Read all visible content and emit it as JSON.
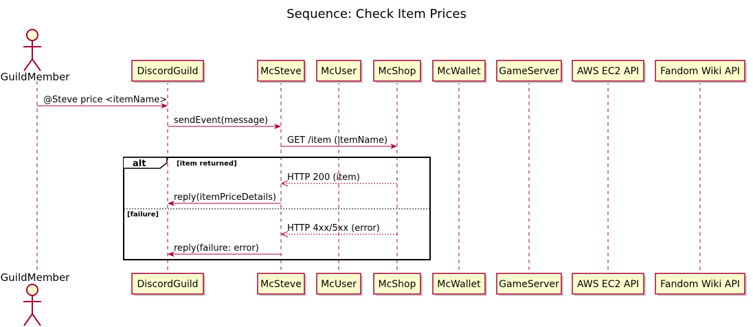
{
  "title": "Sequence: Check Item Prices",
  "colors": {
    "participant_fill": "#FEFECE",
    "participant_border": "#A80036",
    "arrow": "#A80036",
    "lifeline": "#A80036",
    "frame": "#000000"
  },
  "actor": {
    "name": "GuildMember",
    "icon": "stick-figure-icon"
  },
  "participants": [
    {
      "id": "discordguild",
      "name": "DiscordGuild"
    },
    {
      "id": "mcsteve",
      "name": "McSteve"
    },
    {
      "id": "mcuser",
      "name": "McUser"
    },
    {
      "id": "mcshop",
      "name": "McShop"
    },
    {
      "id": "mcwallet",
      "name": "McWallet"
    },
    {
      "id": "gameserver",
      "name": "GameServer"
    },
    {
      "id": "awsec2api",
      "name": "AWS EC2 API"
    },
    {
      "id": "fandomwikiapi",
      "name": "Fandom Wiki API"
    }
  ],
  "messages": [
    {
      "from": "guildmember",
      "to": "discordguild",
      "label": "@Steve price <itemName>",
      "dashed": false
    },
    {
      "from": "discordguild",
      "to": "mcsteve",
      "label": "sendEvent(message)",
      "dashed": false
    },
    {
      "from": "mcsteve",
      "to": "mcshop",
      "label": "GET /item (itemName)",
      "dashed": false
    },
    {
      "from": "mcshop",
      "to": "mcsteve",
      "label": "HTTP 200 (item)",
      "dashed": true
    },
    {
      "from": "mcsteve",
      "to": "discordguild",
      "label": "reply(itemPriceDetails)",
      "dashed": false
    },
    {
      "from": "mcshop",
      "to": "mcsteve",
      "label": "HTTP 4xx/5xx (error)",
      "dashed": true
    },
    {
      "from": "mcsteve",
      "to": "discordguild",
      "label": "reply(failure: error)",
      "dashed": false
    }
  ],
  "alt_fragment": {
    "keyword": "alt",
    "first_guard": "[item returned]",
    "second_guard": "[failure]"
  }
}
